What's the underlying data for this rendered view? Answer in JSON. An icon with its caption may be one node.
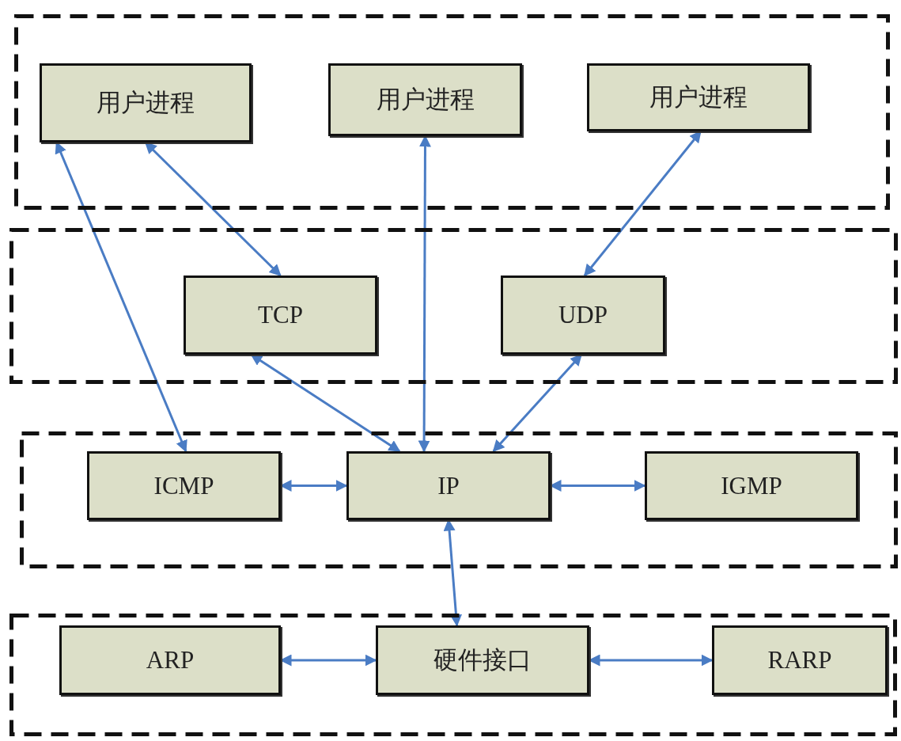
{
  "diagram": {
    "nodes": [
      {
        "text": [],
        "shape": "box"
      },
      {
        "text": [
          "用户进程"
        ],
        "in": 0
      },
      {
        "text": [
          "用户进程"
        ],
        "in": 0
      },
      {
        "text": [
          "用户进程"
        ],
        "in": 0
      },
      {
        "text": [],
        "shape": "box"
      },
      {
        "text": [
          "TCP"
        ],
        "in": 4
      },
      {
        "text": [
          "UDP"
        ],
        "in": 4
      },
      {
        "text": [],
        "shape": "box"
      },
      {
        "text": [
          "ICMP"
        ],
        "in": 7
      },
      {
        "text": [
          "IP"
        ],
        "in": 7
      },
      {
        "text": [
          "IGMP"
        ],
        "in": 7
      },
      {
        "text": [],
        "shape": "box"
      },
      {
        "text": [
          "ARP"
        ],
        "in": 11
      },
      {
        "text": [
          "硬件接口"
        ],
        "in": 11
      },
      {
        "text": [
          "RARP"
        ],
        "in": 11
      }
    ],
    "edges": [
      {
        "from": 1,
        "to": 8,
        "arrow": "both"
      },
      {
        "from": 1,
        "to": 5,
        "arrow": "both"
      },
      {
        "from": 2,
        "to": 9,
        "arrow": "both"
      },
      {
        "from": 3,
        "to": 6,
        "arrow": "both"
      },
      {
        "from": 5,
        "to": 9,
        "arrow": "both"
      },
      {
        "from": 6,
        "to": 9,
        "arrow": "both"
      },
      {
        "from": 8,
        "to": 9,
        "arrow": "both"
      },
      {
        "from": 9,
        "to": 10,
        "arrow": "both"
      },
      {
        "from": 9,
        "to": 13,
        "arrow": "both"
      },
      {
        "from": 12,
        "to": 13,
        "arrow": "both"
      },
      {
        "from": 13,
        "to": 14,
        "arrow": "both"
      }
    ]
  }
}
